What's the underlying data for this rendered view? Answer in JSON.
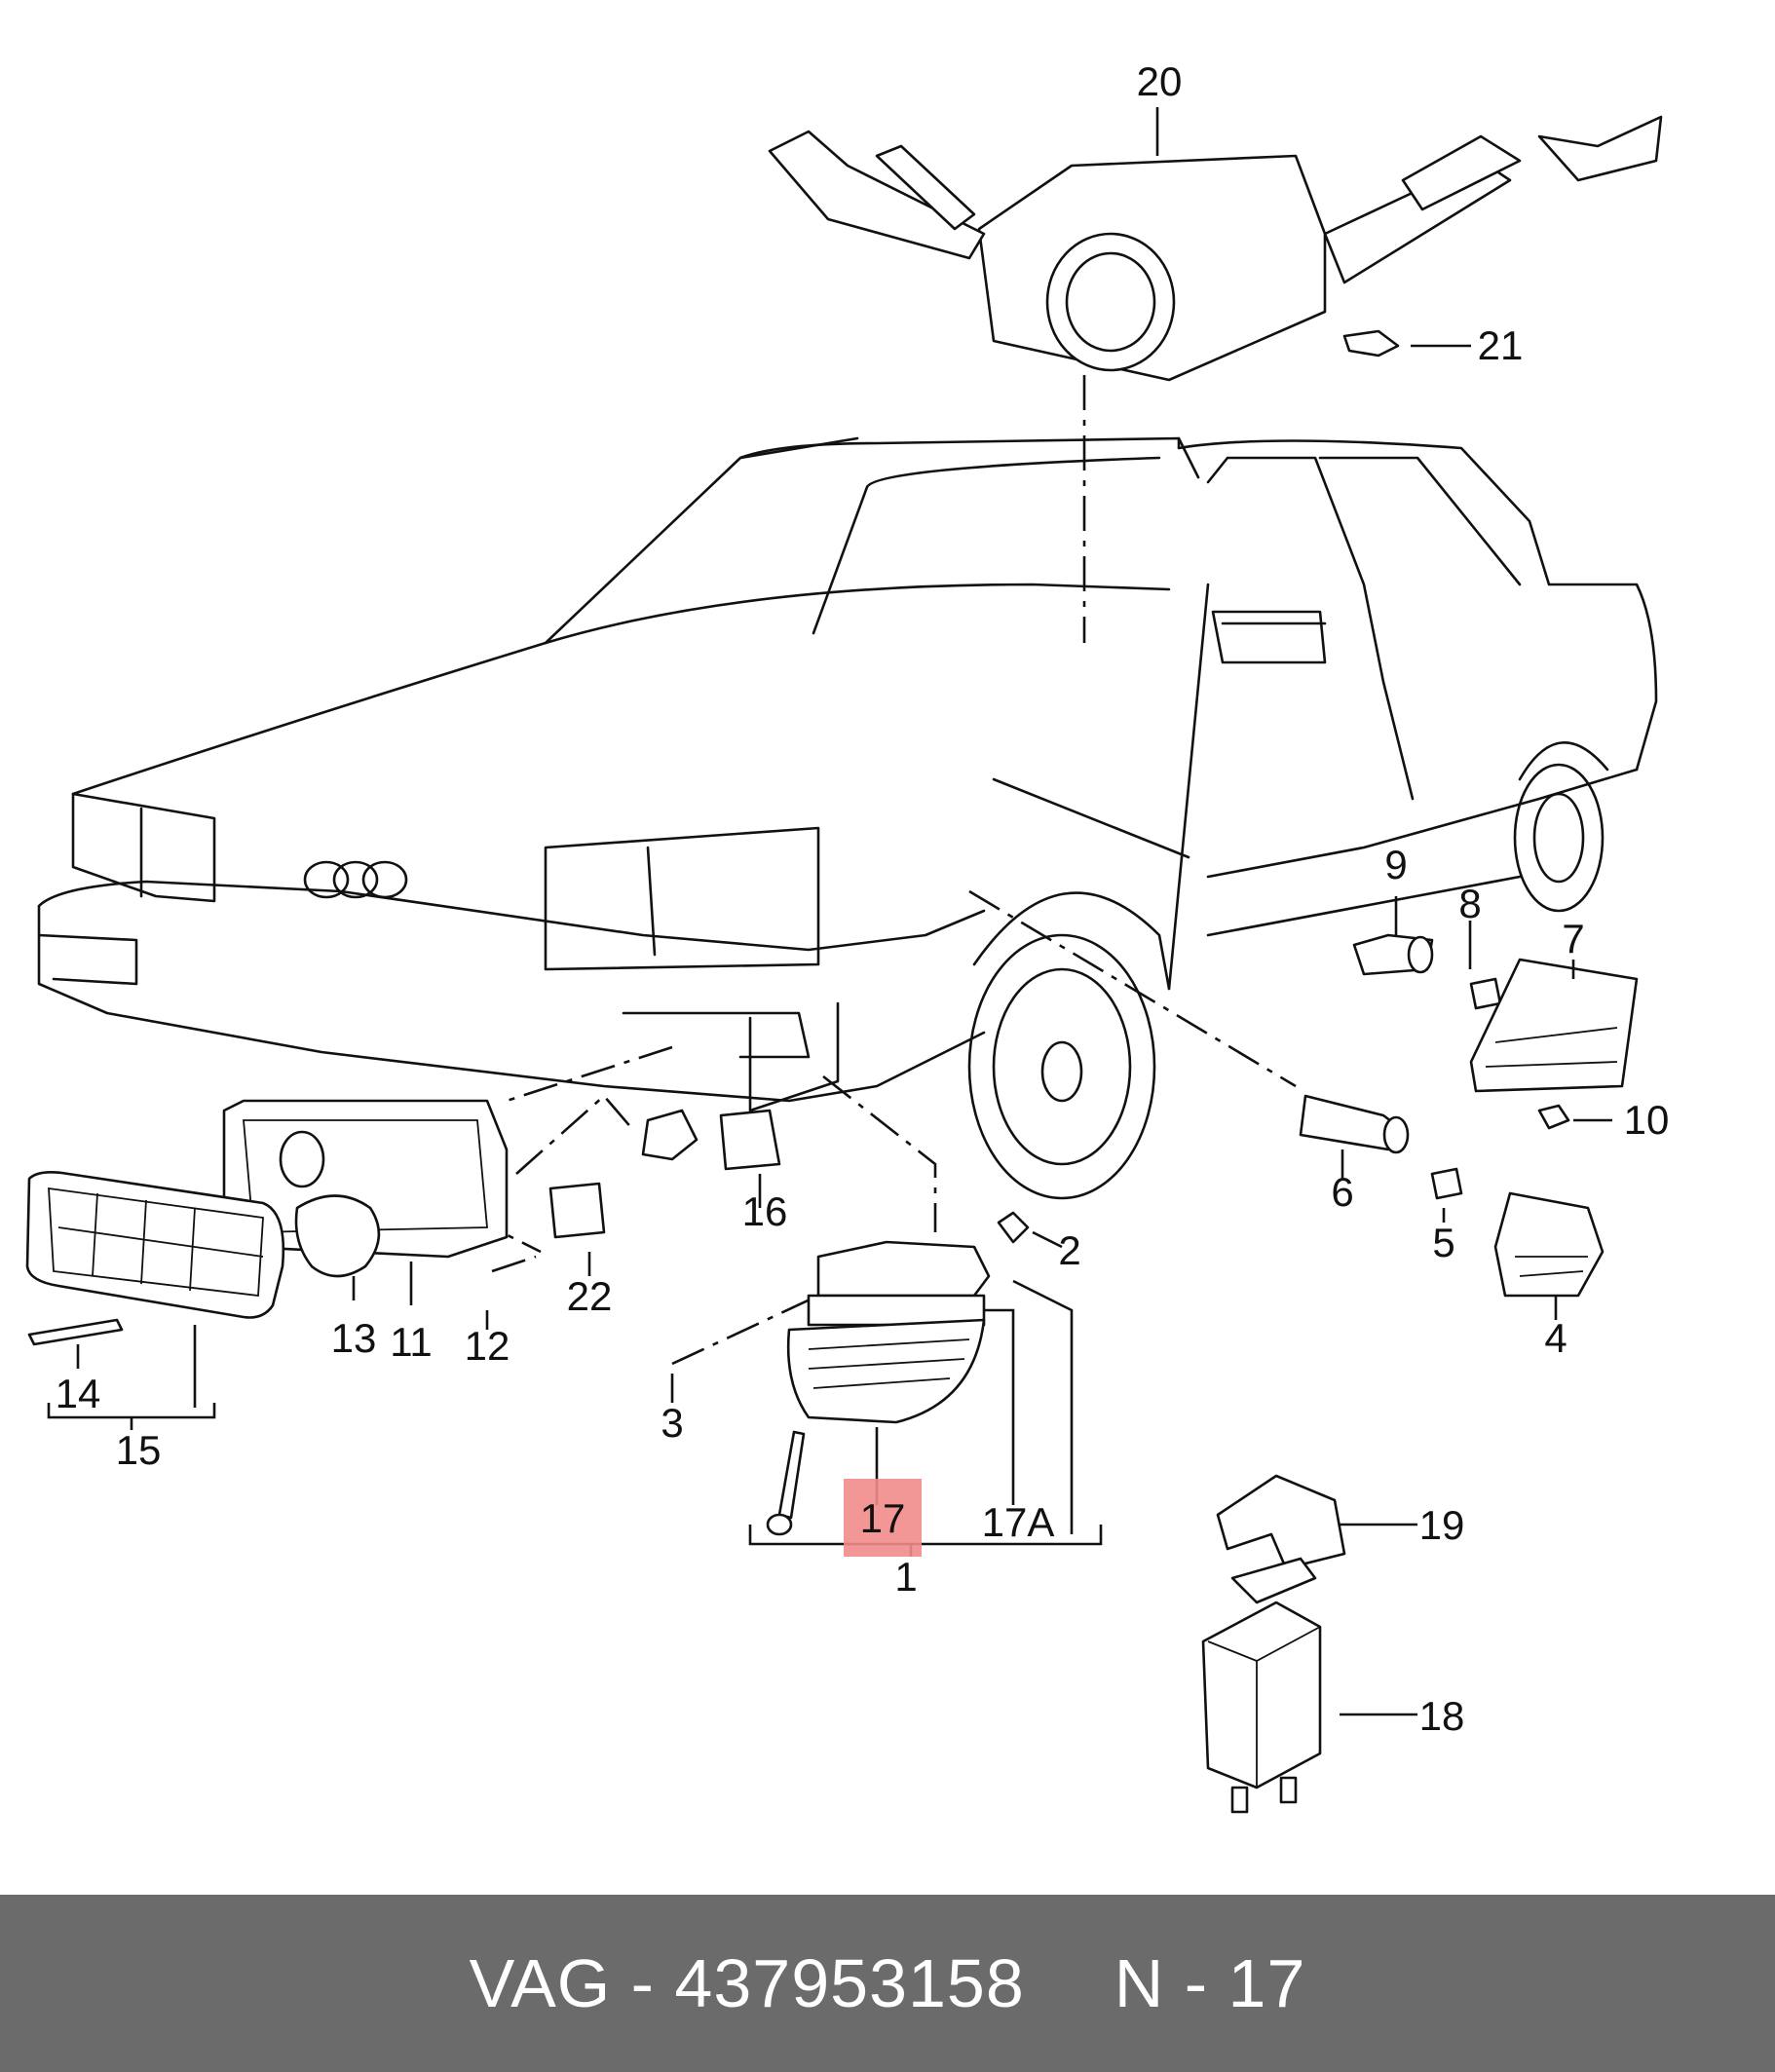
{
  "footer": {
    "brand_part": "VAG - 437953158",
    "callout": "N - 17"
  },
  "highlight_color": "#f28b8b",
  "labels": {
    "l1": "1",
    "l2": "2",
    "l3": "3",
    "l4": "4",
    "l5": "5",
    "l6": "6",
    "l7": "7",
    "l8": "8",
    "l9": "9",
    "l10": "10",
    "l11": "11",
    "l12": "12",
    "l13": "13",
    "l14": "14",
    "l15": "15",
    "l16": "16",
    "l17": "17",
    "l17a": "17A",
    "l18": "18",
    "l19": "19",
    "l20": "20",
    "l21": "21",
    "l22": "22"
  }
}
